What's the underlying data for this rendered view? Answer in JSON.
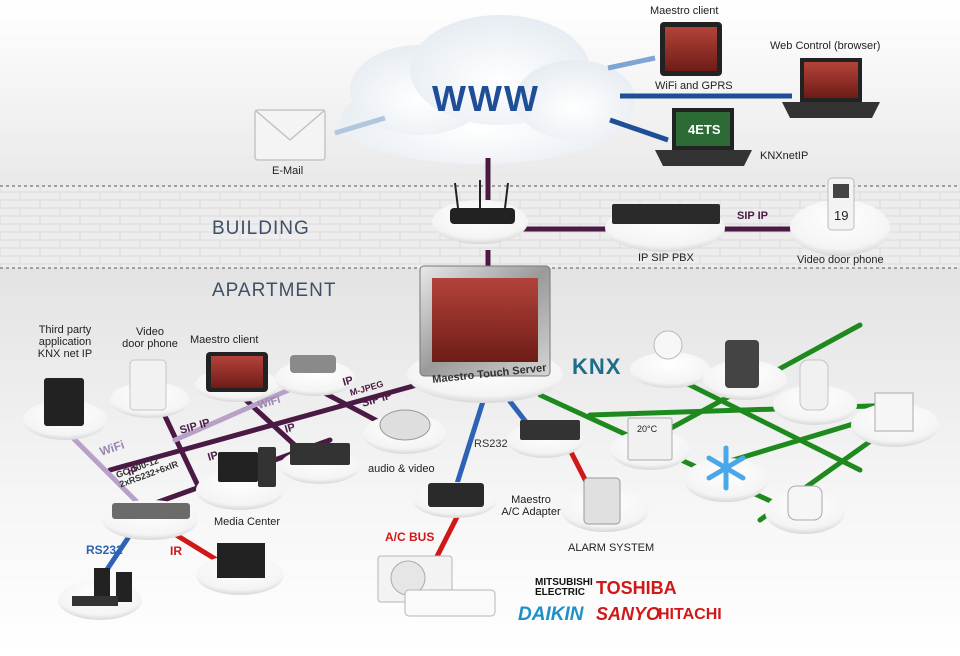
{
  "cloud": {
    "title": "WWW"
  },
  "zones": {
    "building": "BUILDING",
    "apartment": "APARTMENT"
  },
  "internet": {
    "email": "E-Mail",
    "maestro_client": "Maestro client",
    "wifi_gprs": "WiFi and GPRS",
    "web_control": "Web Control (browser)",
    "knxnetip": "KNXnetIP",
    "ets_screen": "4ETS"
  },
  "building": {
    "pbx": "IP SIP PBX",
    "sip_ip": "SIP IP",
    "door_phone": "Video door phone",
    "door_phone_number": "19"
  },
  "server": {
    "label": "Maestro Touch Server"
  },
  "apartment": {
    "third_party": [
      "Third party",
      "application",
      "KNX net IP"
    ],
    "video_door_phone": [
      "Video",
      "door phone"
    ],
    "maestro_client": "Maestro client",
    "media_center": "Media Center",
    "audio_video": "audio & video",
    "gc": [
      "GC-100-12",
      "2xRS232+6xIR"
    ],
    "rs232": "RS232",
    "ir": "IR",
    "ac_adapter": [
      "Maestro",
      "A/C Adapter"
    ],
    "ac_bus": "A/C BUS",
    "alarm": "ALARM SYSTEM",
    "knx": "KNX",
    "thermostat": "20°C"
  },
  "wires": {
    "wifi_left": "WiFi",
    "sip_ip_a": "SIP IP",
    "sip_ip_b": "SIP IP",
    "wifi_mid": "WiFi",
    "ip_a": "IP",
    "ip_b": "IP",
    "ip_c": "IP",
    "ip_m_jpeg": "IP",
    "m_jpeg": "M-JPEG",
    "rs232_mid": "RS232"
  },
  "brands": {
    "mitsubishi": [
      "MITSUBISHI",
      "ELECTRIC"
    ],
    "toshiba": "TOSHIBA",
    "daikin": "DAIKIN",
    "sanyo": "SANYO",
    "hitachi": "HITACHI"
  },
  "colors": {
    "sip": "#4a1a45",
    "ip": "#4a1a45",
    "wifi": "#b7a2c7",
    "knx": "#1e8a1e",
    "rs232": "#2d62b5",
    "ir": "#d01818",
    "acbus": "#d01818",
    "www_link": "#1e4f96",
    "www_link_light": "#7fa5d3"
  }
}
